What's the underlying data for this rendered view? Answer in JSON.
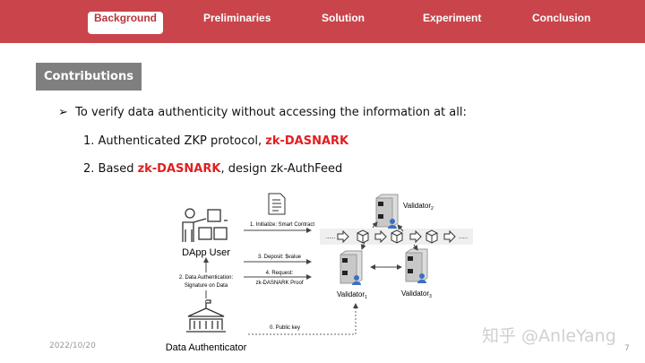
{
  "nav": {
    "tabs": [
      {
        "label": "Background",
        "active": true
      },
      {
        "label": "Preliminaries"
      },
      {
        "label": "Solution"
      },
      {
        "label": "Experiment"
      },
      {
        "label": "Conclusion"
      }
    ],
    "color": "#c9454b"
  },
  "section": {
    "title": "Contributions"
  },
  "content": {
    "bullet": "To verify data authenticity without accessing the information at all:",
    "item1_prefix": "1. Authenticated ZKP protocol, ",
    "item1_highlight": "zk-DASNARK",
    "item2_prefix": "2. Based ",
    "item2_highlight": "zk-DASNARK",
    "item2_suffix": ", design zk-AuthFeed",
    "highlight_color": "#e02020"
  },
  "diagram": {
    "user": "DApp User",
    "authenticator": "Data Authenticator",
    "step1": "1. Initialize: Smart Contract",
    "step3": "3. Deposit: $value",
    "step4a": "4. Request:",
    "step4b": "zk-DASNARK Proof",
    "step2a": "2. Data Authentication:",
    "step2b": "Signature on Data",
    "step0": "0. Public key",
    "validator": "Validator",
    "v1": "1",
    "v2": "2",
    "v3": "3",
    "dots": "......"
  },
  "footer": {
    "date": "2022/10/20",
    "page": "7",
    "watermark": "知乎 @AnleYang"
  }
}
